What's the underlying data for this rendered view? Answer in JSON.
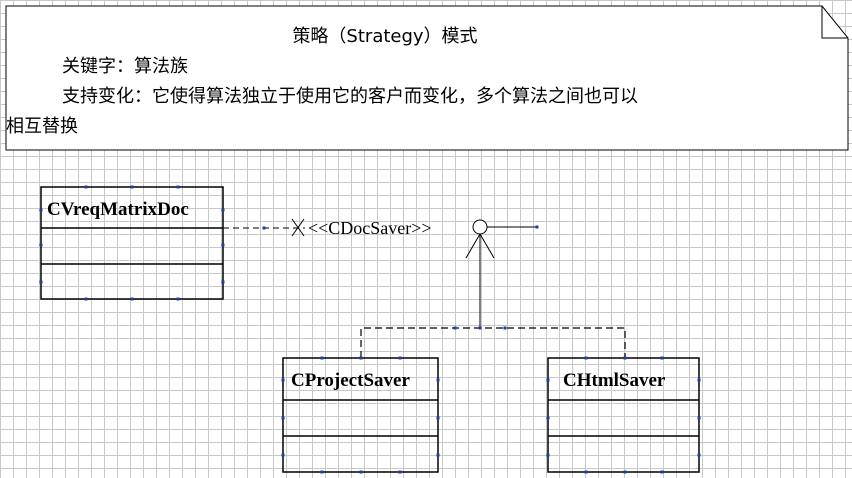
{
  "note": {
    "title": "策略（Strategy）模式",
    "keyword_line": "关键字：算法族",
    "description_line1": "支持变化：它使得算法独立于使用它的客户而变化，多个算法之间也可以",
    "description_line2": "相互替换"
  },
  "classes": {
    "client": {
      "name": "CVreqMatrixDoc"
    },
    "project_saver": {
      "name": "CProjectSaver"
    },
    "html_saver": {
      "name": "CHtmlSaver"
    }
  },
  "interface": {
    "label": "<<CDocSaver>>"
  },
  "colors": {
    "line": "#000000",
    "handle": "#1f3fa8",
    "note_fill": "#ffffff",
    "grid": "#c8c8c8"
  }
}
